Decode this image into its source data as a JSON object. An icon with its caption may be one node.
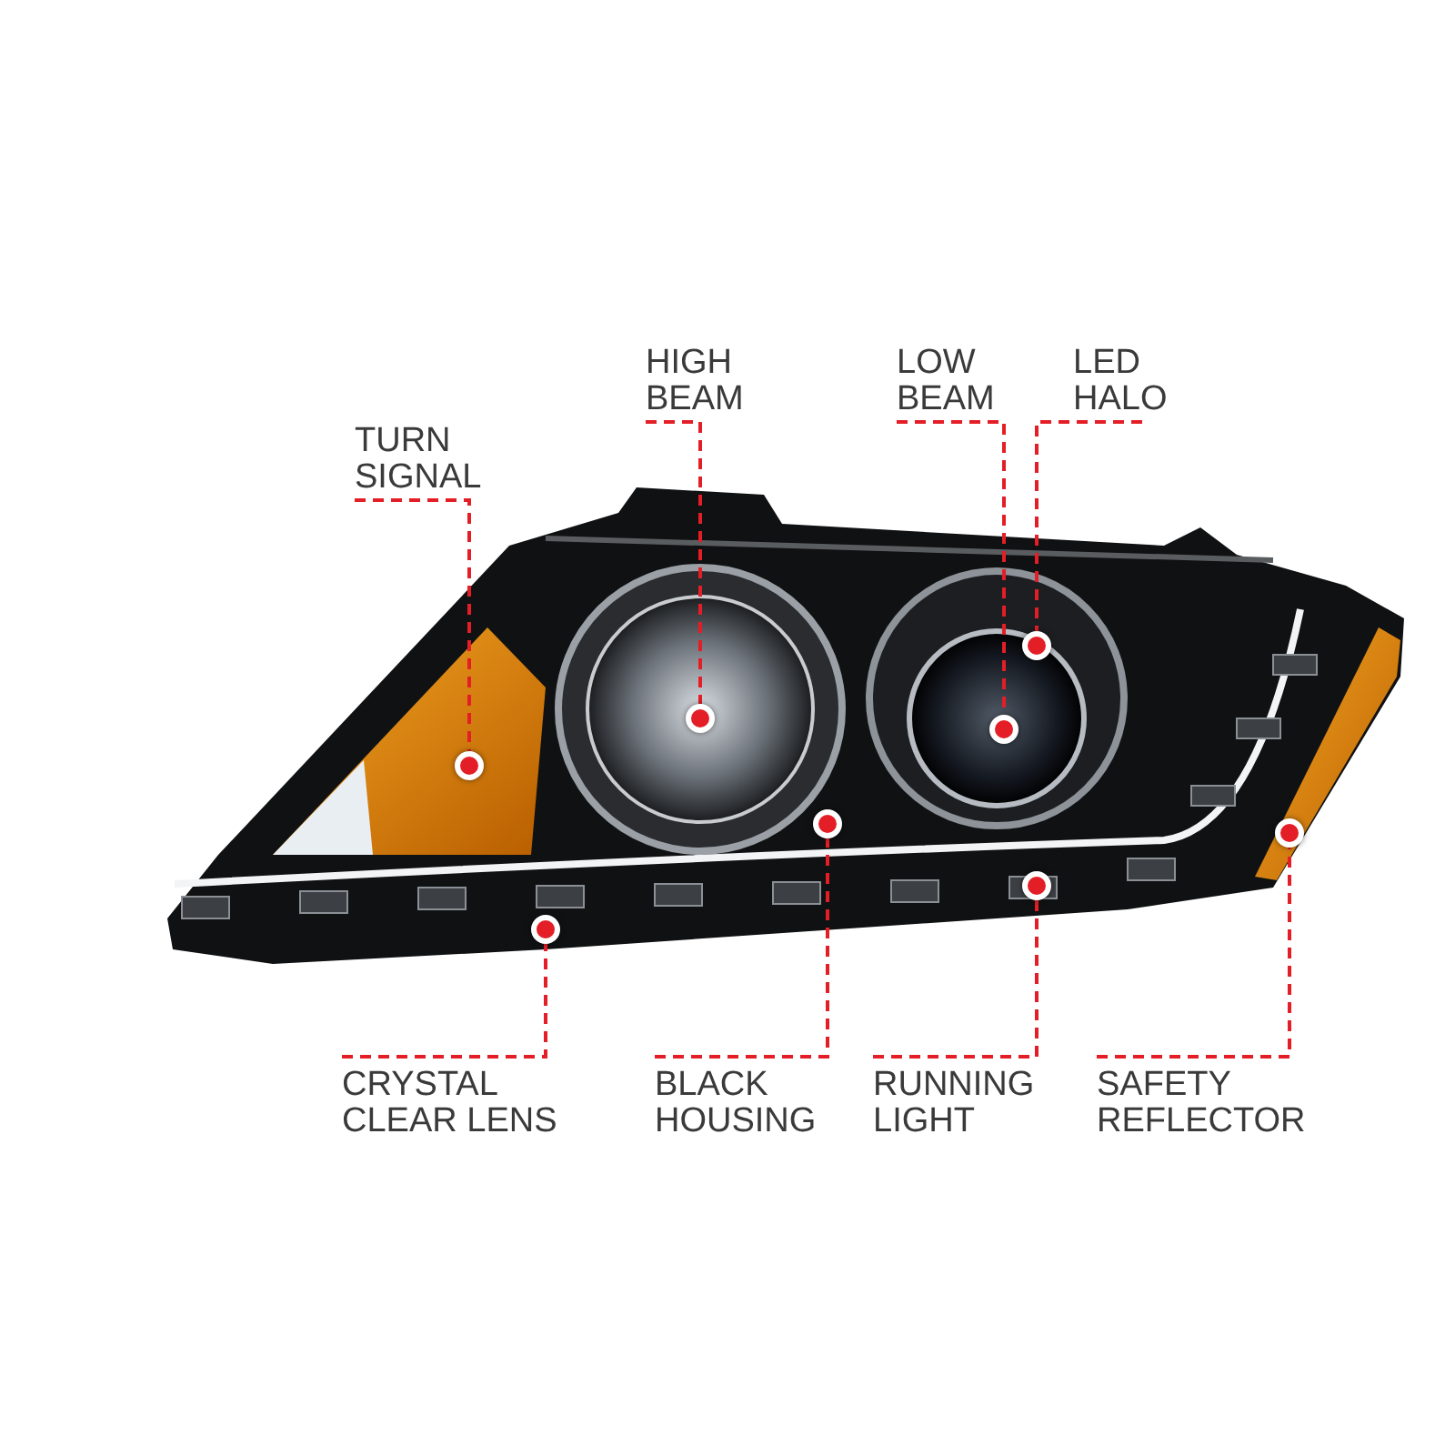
{
  "diagram": {
    "nodes": [
      {
        "text": [
          "HIGH BEAM"
        ]
      },
      {
        "text": [
          "LOW BEAM"
        ]
      },
      {
        "text": [
          "LED HALO"
        ]
      },
      {
        "text": [
          "TURN SIGNAL"
        ]
      },
      {
        "text": [
          "CRYSTAL CLEAR LENS"
        ]
      },
      {
        "text": [
          "BLACK HOUSING"
        ]
      },
      {
        "text": [
          "RUNNING LIGHT"
        ]
      },
      {
        "text": [
          "SAFETY REFLECTOR"
        ]
      },
      {
        "text": [],
        "shape": "circle"
      },
      {
        "text": [],
        "shape": "circle"
      },
      {
        "text": [],
        "shape": "circle"
      },
      {
        "text": [],
        "shape": "circle"
      },
      {
        "text": [],
        "shape": "circle"
      },
      {
        "text": [],
        "shape": "circle"
      },
      {
        "text": [],
        "shape": "circle"
      },
      {
        "text": [],
        "shape": "circle"
      }
    ],
    "edges": [
      {
        "from": 0,
        "to": 10,
        "arrow": "none",
        "style": "dashed"
      },
      {
        "from": 1,
        "to": 12,
        "arrow": "none",
        "style": "dashed"
      },
      {
        "from": 2,
        "to": 13,
        "arrow": "none",
        "style": "dashed"
      },
      {
        "from": 3,
        "to": 8,
        "arrow": "none",
        "style": "dashed"
      },
      {
        "from": 4,
        "to": 9,
        "arrow": "none",
        "style": "dashed"
      },
      {
        "from": 5,
        "to": 11,
        "arrow": "none",
        "style": "dashed"
      },
      {
        "from": 6,
        "to": 14,
        "arrow": "none",
        "style": "dashed"
      },
      {
        "from": 7,
        "to": 15,
        "arrow": "none",
        "style": "dashed"
      }
    ]
  }
}
